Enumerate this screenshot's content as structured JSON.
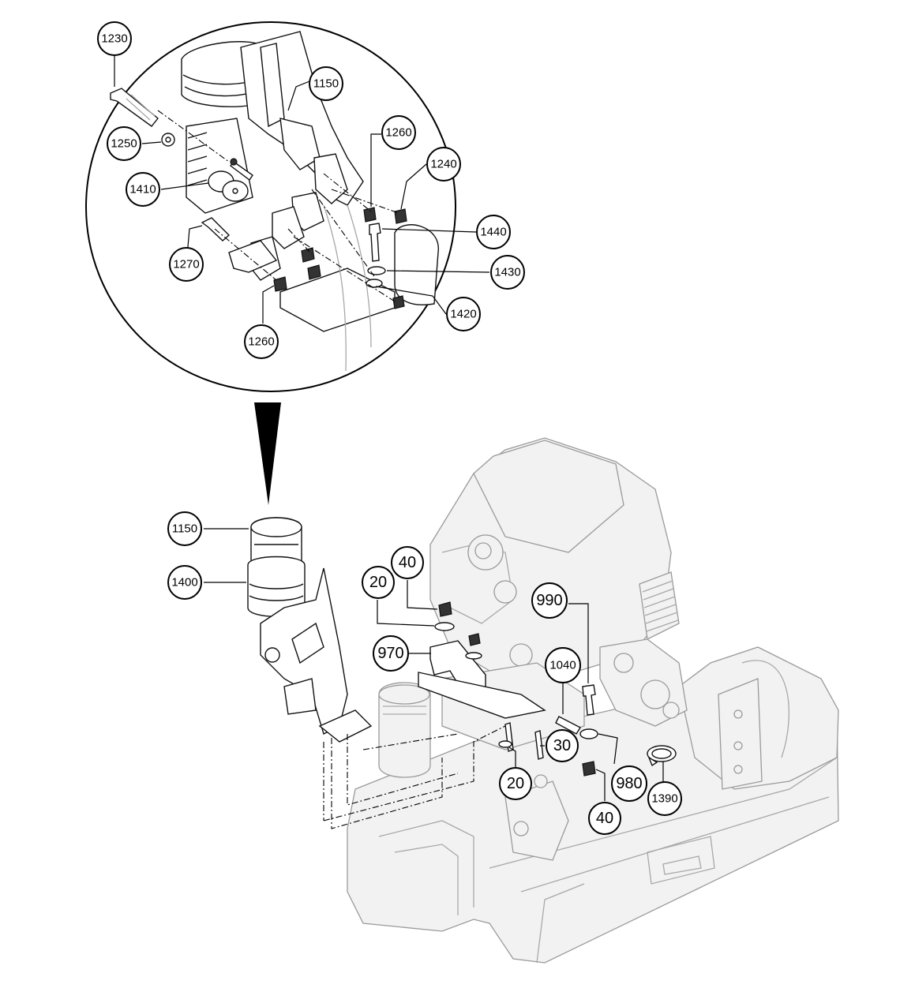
{
  "figure": {
    "detail_view": {
      "callouts": [
        {
          "id": "c1230",
          "label": "1230"
        },
        {
          "id": "c1150d",
          "label": "1150"
        },
        {
          "id": "c1250",
          "label": "1250"
        },
        {
          "id": "c1260a",
          "label": "1260"
        },
        {
          "id": "c1240",
          "label": "1240"
        },
        {
          "id": "c1410",
          "label": "1410"
        },
        {
          "id": "c1440",
          "label": "1440"
        },
        {
          "id": "c1270",
          "label": "1270"
        },
        {
          "id": "c1430",
          "label": "1430"
        },
        {
          "id": "c1420",
          "label": "1420"
        },
        {
          "id": "c1260b",
          "label": "1260"
        }
      ]
    },
    "main_view": {
      "callouts": [
        {
          "id": "c1150",
          "label": "1150"
        },
        {
          "id": "c1400",
          "label": "1400"
        },
        {
          "id": "c40a",
          "label": "40"
        },
        {
          "id": "c20a",
          "label": "20"
        },
        {
          "id": "c990",
          "label": "990"
        },
        {
          "id": "c970",
          "label": "970"
        },
        {
          "id": "c1040",
          "label": "1040"
        },
        {
          "id": "c30",
          "label": "30"
        },
        {
          "id": "c20b",
          "label": "20"
        },
        {
          "id": "c980",
          "label": "980"
        },
        {
          "id": "c1390",
          "label": "1390"
        },
        {
          "id": "c40b",
          "label": "40"
        }
      ]
    },
    "colors": {
      "line": "#000000",
      "machine_ghost": "#a8a8a8",
      "background": "#ffffff"
    }
  }
}
